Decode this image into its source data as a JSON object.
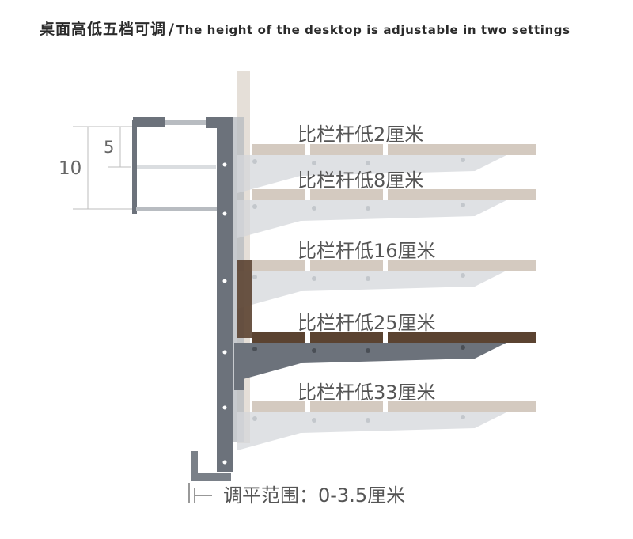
{
  "header": {
    "title_cn": "桌面高低五档可调",
    "separator": "/",
    "title_en": "The height of the desktop is adjustable in two settings"
  },
  "dimensions": {
    "outer_label": "10",
    "inner_label": "5"
  },
  "levels": [
    {
      "label": "比栏杆低2厘米",
      "active": false
    },
    {
      "label": "比栏杆低8厘米",
      "active": false
    },
    {
      "label": "比栏杆低16厘米",
      "active": false
    },
    {
      "label": "比栏杆低25厘米",
      "active": true
    },
    {
      "label": "比栏杆低33厘米",
      "active": false
    }
  ],
  "footer": {
    "adjust_icon": "level-adjust-icon",
    "adjust_label": "调平范围：0-3.5厘米"
  },
  "colors": {
    "frame": "#6c727b",
    "active_top": "#5b4331",
    "ghost_top": "#c9bdb0",
    "ghost_bracket": "#d4d7db",
    "text": "#555555",
    "dim_line": "#bdbdbd"
  }
}
